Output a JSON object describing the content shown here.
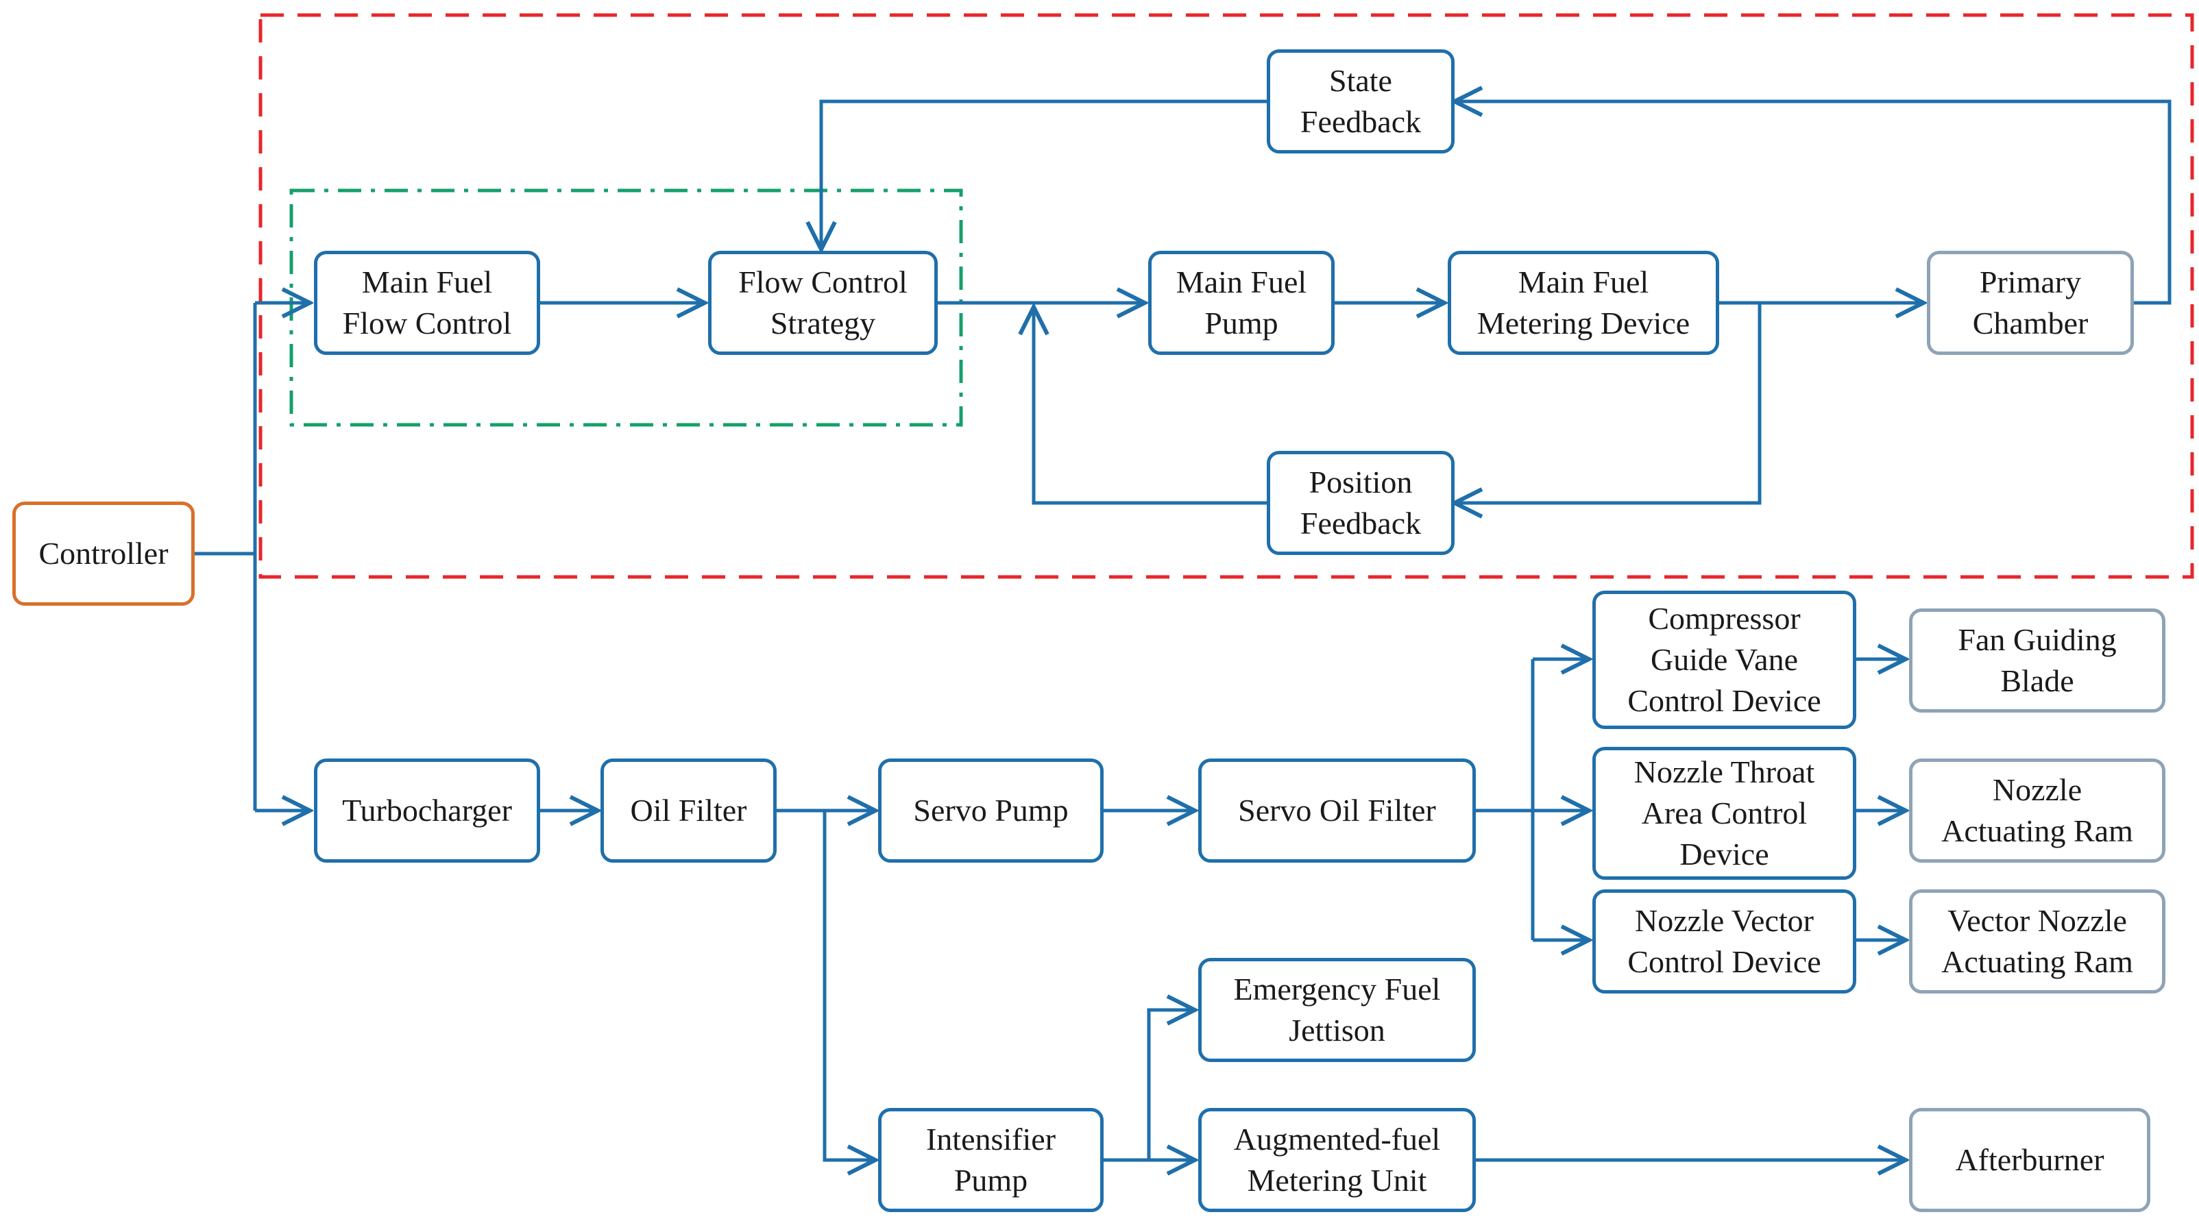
{
  "nodes": {
    "controller": "Controller",
    "state_feedback": "State\nFeedback",
    "main_fuel_flow_control": "Main Fuel\nFlow Control",
    "flow_control_strategy": "Flow Control\nStrategy",
    "main_fuel_pump": "Main Fuel\nPump",
    "main_fuel_metering_device": "Main Fuel\nMetering Device",
    "primary_chamber": "Primary\nChamber",
    "position_feedback": "Position\nFeedback",
    "turbocharger": "Turbocharger",
    "oil_filter": "Oil Filter",
    "servo_pump": "Servo Pump",
    "servo_oil_filter": "Servo Oil Filter",
    "compressor_guide_vane": "Compressor\nGuide Vane\nControl Device",
    "fan_guiding_blade": "Fan Guiding\nBlade",
    "nozzle_throat_area": "Nozzle Throat\nArea Control\nDevice",
    "nozzle_actuating_ram": "Nozzle\nActuating Ram",
    "nozzle_vector_control": "Nozzle Vector\nControl Device",
    "vector_nozzle_actuating_ram": "Vector Nozzle\nActuating Ram",
    "emergency_fuel_jettison": "Emergency Fuel\nJettison",
    "intensifier_pump": "Intensifier\nPump",
    "augmented_fuel_metering": "Augmented-fuel\nMetering Unit",
    "afterburner": "Afterburner"
  },
  "colors": {
    "line": "#1f6fab",
    "box_border": "#1f6fab",
    "grey_border": "#8fa3b6",
    "controller_border": "#d9702a",
    "red_dash": "#e8262a",
    "green_dash": "#14a06a"
  }
}
